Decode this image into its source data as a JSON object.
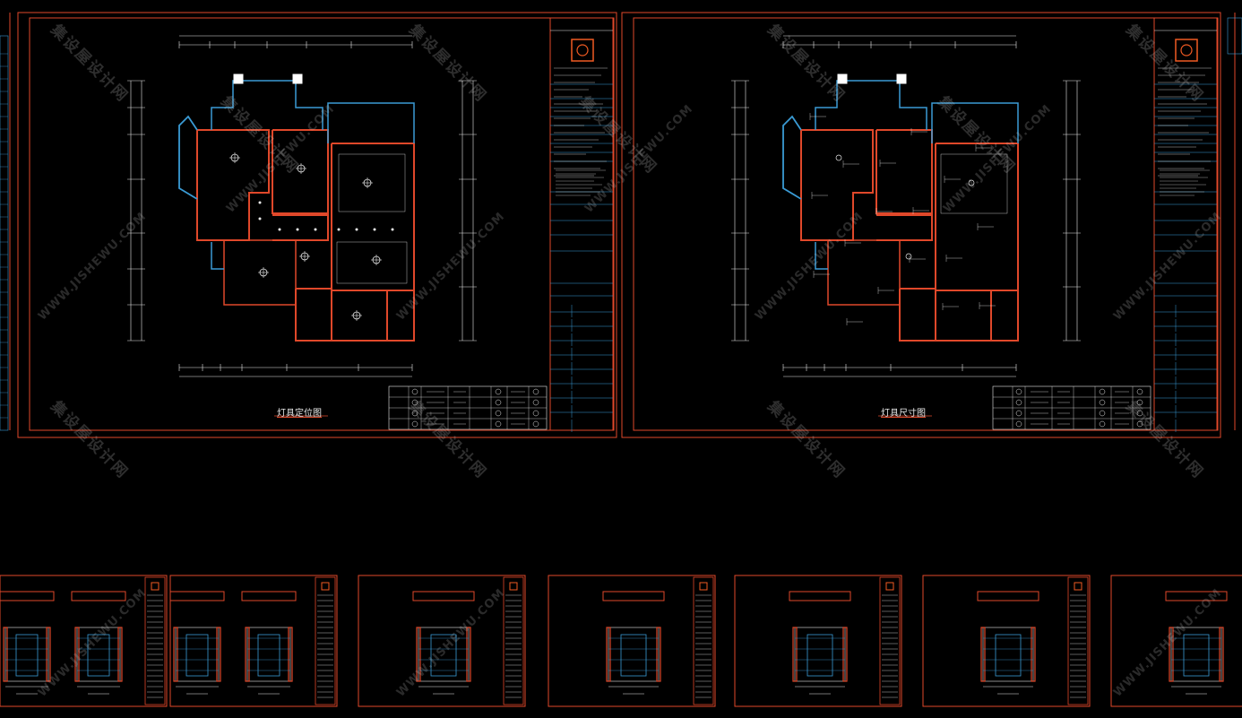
{
  "sheets": {
    "left": {
      "title": "灯具定位图"
    },
    "right": {
      "title": "灯具尺寸图"
    }
  },
  "watermark": {
    "cn": "集设屋设计网",
    "en": "WWW.JISHEWU.COM"
  },
  "colors": {
    "background": "#000000",
    "border_red": "#e0482a",
    "wall_red": "#e0482a",
    "wall_blue": "#3a9bd5",
    "line_white": "#e8e8e8",
    "logo_orange": "#f05a22"
  },
  "elevation_sheet_count": 7
}
